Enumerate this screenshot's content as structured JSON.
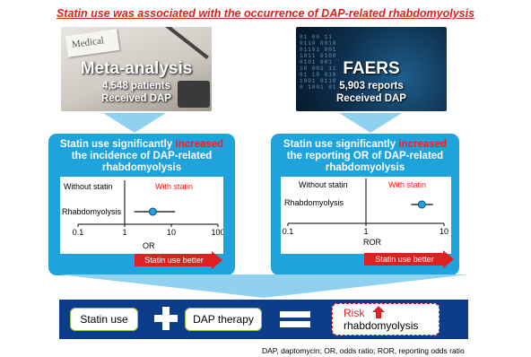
{
  "title": "Statin use was associated with the occurrence of DAP-related rhabdomyolysis",
  "meta": {
    "heading": "Meta-analysis",
    "line1": "4,548 patients",
    "line2": "Received DAP",
    "paper_label": "Medical"
  },
  "faers": {
    "heading": "FAERS",
    "line1": "5,903 reports",
    "line2": "Received DAP"
  },
  "left_panel": {
    "title_pre": "Statin use significantly ",
    "title_red": "increased",
    "title_line2": "the incidence of DAP-related",
    "title_line3": "rhabdomyolysis",
    "without": "Without statin",
    "with": "With statin",
    "row_label": "Rhabdomyolysis",
    "axis_label": "OR",
    "better": "Statin use better"
  },
  "right_panel": {
    "title_pre": "Statin use significantly ",
    "title_red": "increased",
    "title_line2": "the reporting OR of DAP-related",
    "title_line3": "rhabdomyolysis",
    "without": "Without statin",
    "with": "With statin",
    "row_label": "Rhabdomyolysis",
    "axis_label": "ROR",
    "better": "Statin use better"
  },
  "equation": {
    "term1": "Statin use",
    "term2": "DAP therapy",
    "result_line1": "Risk",
    "result_line2": "rhabdomyolysis"
  },
  "footnote": "DAP, daptomycin; OR, odds ratio; ROR, reporting odds ratio",
  "chart_data": [
    {
      "type": "scatter",
      "scale": "log",
      "ticks": [
        "0.1",
        "1",
        "10",
        "100"
      ],
      "xlim": [
        0.1,
        100
      ],
      "reference": 1,
      "xlabel": "OR",
      "point": {
        "label": "Rhabdomyolysis",
        "estimate": 4,
        "ci_low": 1.6,
        "ci_high": 12
      }
    },
    {
      "type": "scatter",
      "scale": "log",
      "ticks": [
        "0.1",
        "1",
        "10"
      ],
      "xlim": [
        0.1,
        10
      ],
      "reference": 1,
      "xlabel": "ROR",
      "point": {
        "label": "Rhabdomyolysis",
        "estimate": 5.2,
        "ci_low": 3.8,
        "ci_high": 7.2
      }
    }
  ]
}
